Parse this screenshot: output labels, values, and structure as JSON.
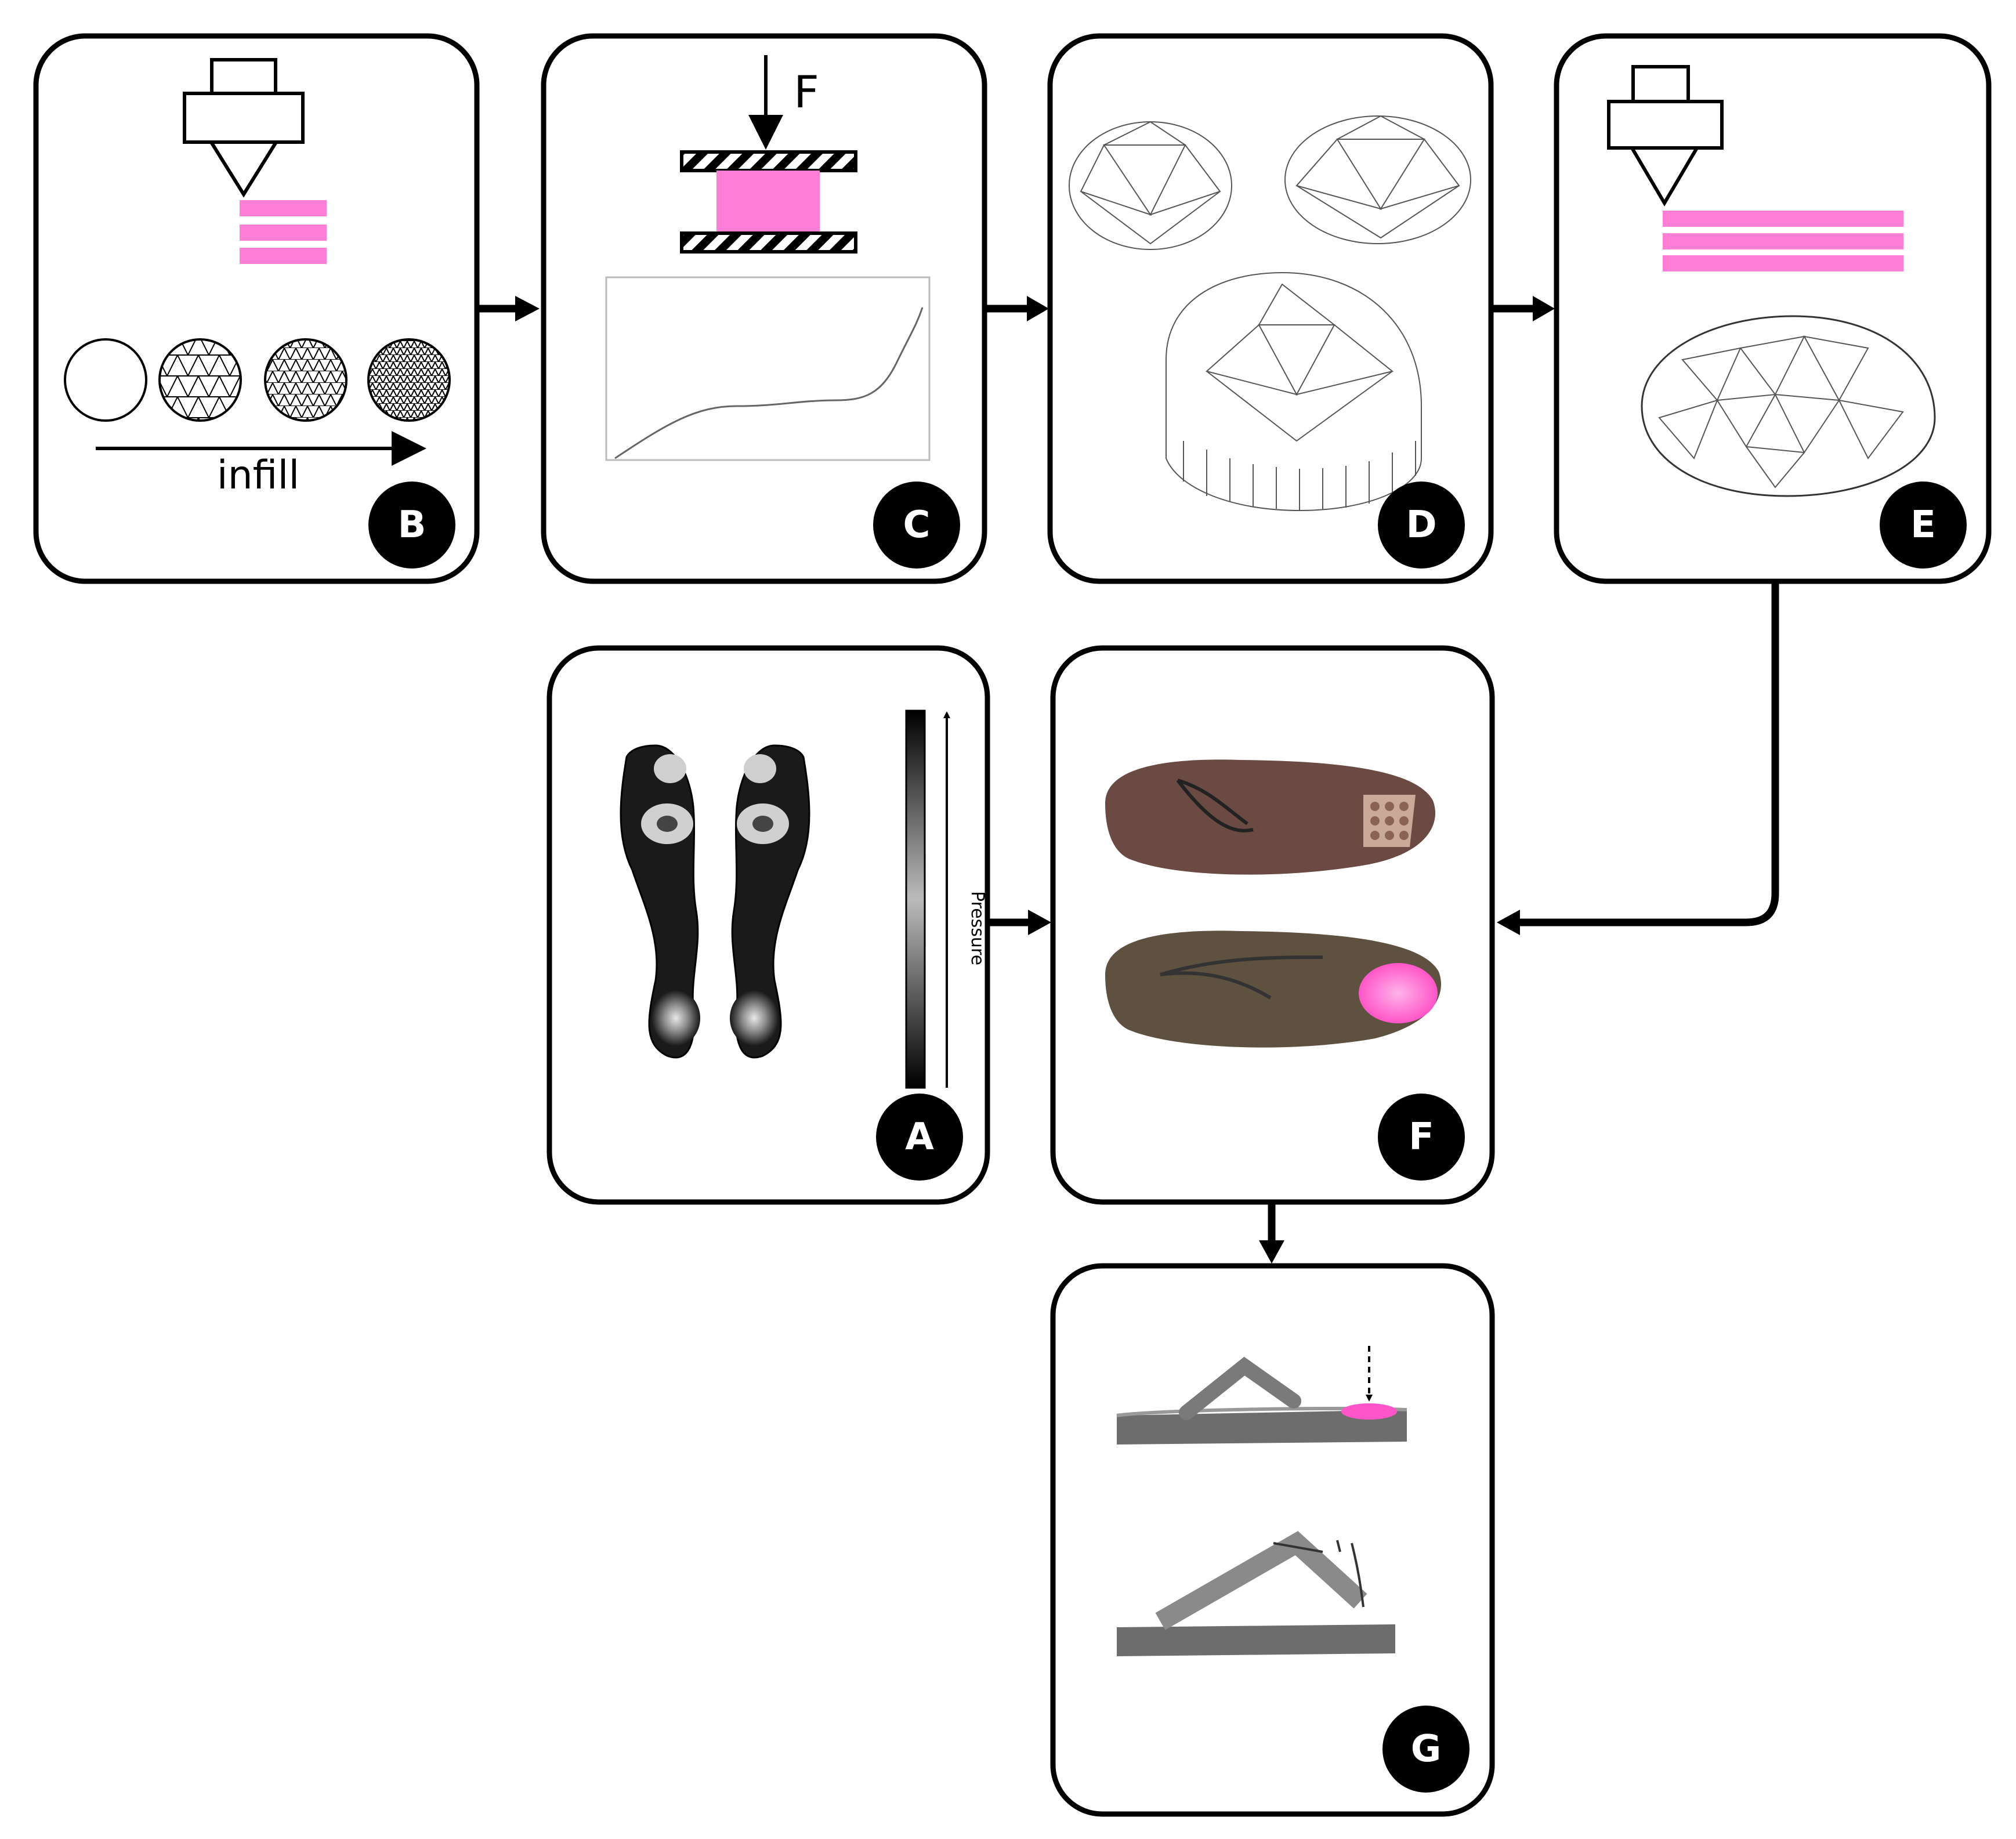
{
  "colors": {
    "accent_pink": "#ff7fd6",
    "frame": "#000000",
    "badge_bg": "#000000",
    "badge_text": "#ffffff"
  },
  "panels": {
    "a": {
      "badge": "A",
      "colorbar_label": "Pressure"
    },
    "b": {
      "badge": "B",
      "arrow_label": "infill"
    },
    "c": {
      "badge": "C",
      "force_label": "F"
    },
    "d": {
      "badge": "D"
    },
    "e": {
      "badge": "E"
    },
    "f": {
      "badge": "F"
    },
    "g": {
      "badge": "G"
    }
  },
  "icons": [
    "printer-nozzle-icon",
    "compression-plates-icon",
    "triangular-mesh-icon",
    "foot-pressure-map",
    "sandal-photo"
  ]
}
